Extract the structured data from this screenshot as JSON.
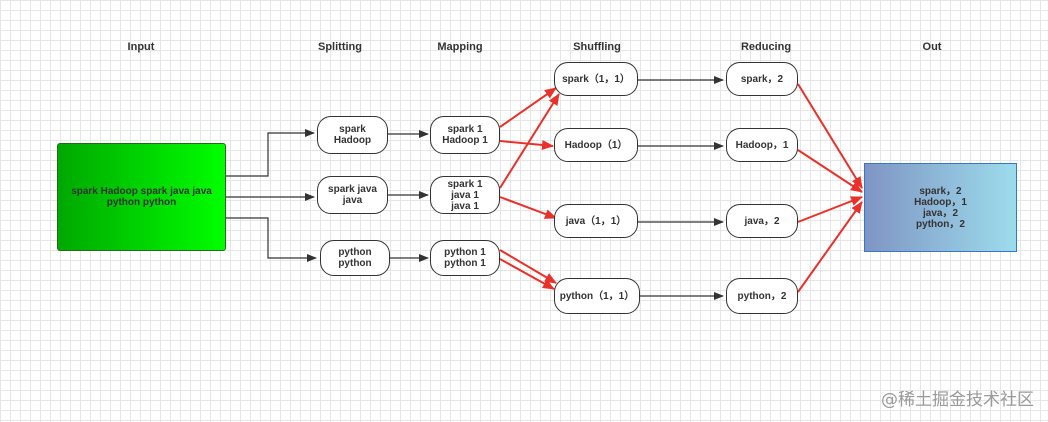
{
  "headers": {
    "input": "Input",
    "splitting": "Splitting",
    "mapping": "Mapping",
    "shuffling": "Shuffling",
    "reducing": "Reducing",
    "out": "Out"
  },
  "input_box": [
    "spark Hadoop spark java java",
    "python python"
  ],
  "splitting": [
    [
      "spark",
      "Hadoop"
    ],
    [
      "spark java",
      "java"
    ],
    [
      "python",
      "python"
    ]
  ],
  "mapping": [
    [
      "spark 1",
      "Hadoop 1"
    ],
    [
      "spark 1",
      "java 1",
      "java 1"
    ],
    [
      "python 1",
      "python 1"
    ]
  ],
  "shuffling": [
    "spark（1，1）",
    "Hadoop（1）",
    "java（1，1）",
    "python（1，1）"
  ],
  "reducing": [
    "spark，2",
    "Hadoop，1",
    "java，2",
    "python，2"
  ],
  "out_box": [
    "spark，2",
    "Hadoop，1",
    "java，2",
    "python，2"
  ],
  "watermark": "@稀土掘金技术社区",
  "colors": {
    "arrow_dark": "#333333",
    "arrow_red": "#e8312a",
    "input_fill_start": "#00a800",
    "input_fill_end": "#00ff00",
    "out_fill_start": "#7f95c4",
    "out_fill_end": "#9ddcec",
    "out_border": "#3a76c4"
  }
}
